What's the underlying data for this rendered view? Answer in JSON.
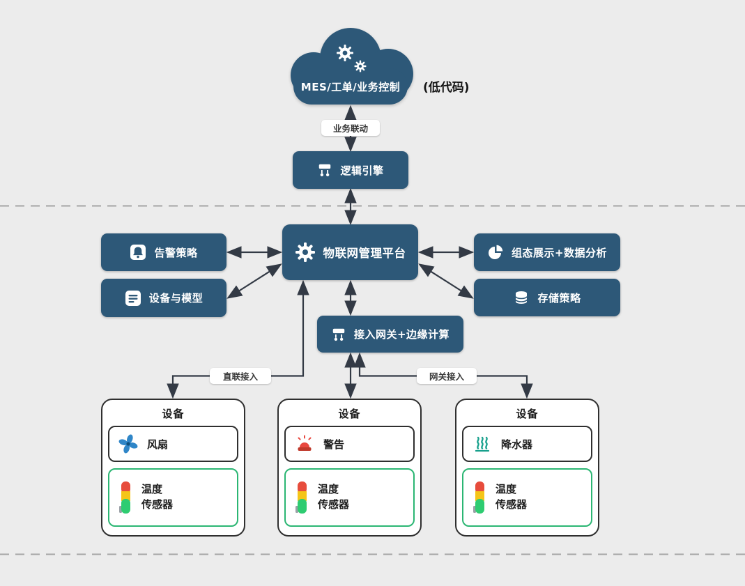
{
  "colors": {
    "background": "#ececec",
    "node_blue": "#2d5878",
    "connector_dark": "#333a45",
    "sensor_green": "#2bb673",
    "fan_blue": "#2f86c8",
    "alarm_red": "#e8483f",
    "sprinkler_teal": "#17a08c"
  },
  "cloud": {
    "label": "MES/工单/业务控制",
    "note": "(低代码)"
  },
  "pills": {
    "business": "业务联动",
    "direct": "直联接入",
    "gateway": "网关接入"
  },
  "nodes": {
    "logic_engine": "逻辑引擎",
    "platform": "物联网管理平台",
    "alert_policy": "告警策略",
    "device_model": "设备与模型",
    "visualization": "组态展示+数据分析",
    "storage_policy": "存储策略",
    "gateway": "接入网关+边缘计算"
  },
  "devices": [
    {
      "title": "设备",
      "component": "风扇",
      "sensor_line1": "温度",
      "sensor_line2": "传感器"
    },
    {
      "title": "设备",
      "component": "警告",
      "sensor_line1": "温度",
      "sensor_line2": "传感器"
    },
    {
      "title": "设备",
      "component": "降水器",
      "sensor_line1": "温度",
      "sensor_line2": "传感器"
    }
  ]
}
